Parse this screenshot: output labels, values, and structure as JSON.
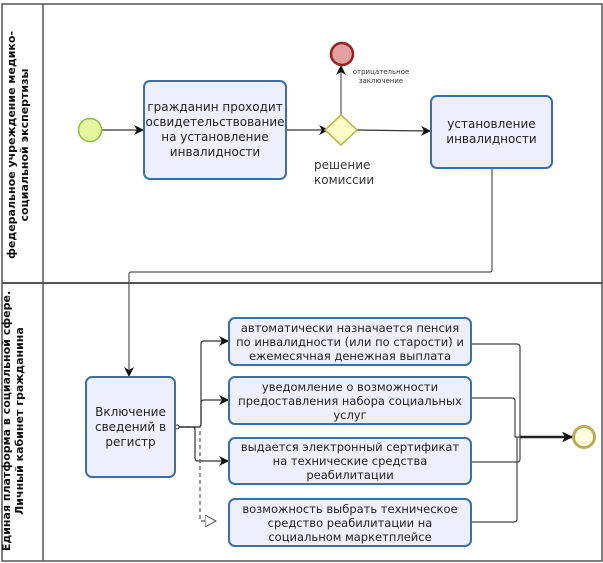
{
  "lanes": [
    {
      "label": "федеральное учреждение медико-социальной экспертизы"
    },
    {
      "label": "Единая платформа в социальной сфере. Личный кабинет гражданина"
    }
  ],
  "tasks": {
    "examination": "гражданин проходит освидетельствование на установление инвалидности",
    "establishment": "установление инвалидности",
    "registry": "Включение сведений в регистр",
    "pension": "автоматически  назначается пенсия по инвалидности (или по старости) и ежемесячная денежная выплата",
    "notification": "уведомление о возможности предоставления набора социальных услуг",
    "certificate": "выдается электронный сертификат на технические средства реабилитации",
    "marketplace": "возможность выбрать техническое средство реабилитации на социальном маркетплейсе"
  },
  "gateway": {
    "label": "решение комиссии"
  },
  "negative_flow": {
    "label": "отрицательное заключение"
  },
  "colors": {
    "start": "#e6f5a0",
    "end_negative": "#e3a0a0",
    "end_final": "#fdfbdc",
    "task_fill": "#edf0fc",
    "task_border": "#3b6fa6",
    "gateway": "#fdfcc8"
  }
}
